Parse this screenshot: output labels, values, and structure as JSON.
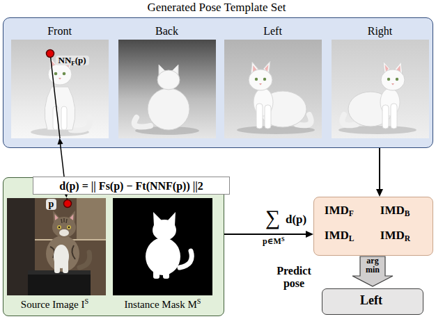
{
  "diagram": {
    "nodes": [
      {
        "text": [
          "Generated Pose Template Set"
        ]
      },
      {
        "text": [
          "Front",
          "NNF(p)"
        ],
        "in": 0
      },
      {
        "text": [
          "Back"
        ],
        "in": 0
      },
      {
        "text": [
          "Left"
        ],
        "in": 0
      },
      {
        "text": [
          "Right"
        ],
        "in": 0
      },
      {
        "text": [
          "Source Image IS",
          "Instance Mask MS"
        ]
      },
      {
        "text": [
          "p"
        ],
        "in": 5
      },
      {
        "text": [
          "IMDF",
          "IMDB",
          "IMDL",
          "IMDR"
        ]
      },
      {
        "text": [
          "arg min"
        ]
      },
      {
        "text": [
          "Left"
        ]
      }
    ],
    "edges": [
      {
        "from": 6,
        "to": 1,
        "arrow": "both",
        "label": "d(p) = || Fs(p) − Ft(NNF(p)) ||2"
      },
      {
        "from": 0,
        "to": 7,
        "arrow": "to"
      },
      {
        "from": 5,
        "to": 7,
        "arrow": "to"
      }
    ],
    "labels": [
      "∑",
      "d(p)",
      "p∈MS",
      "Predict pose"
    ]
  }
}
